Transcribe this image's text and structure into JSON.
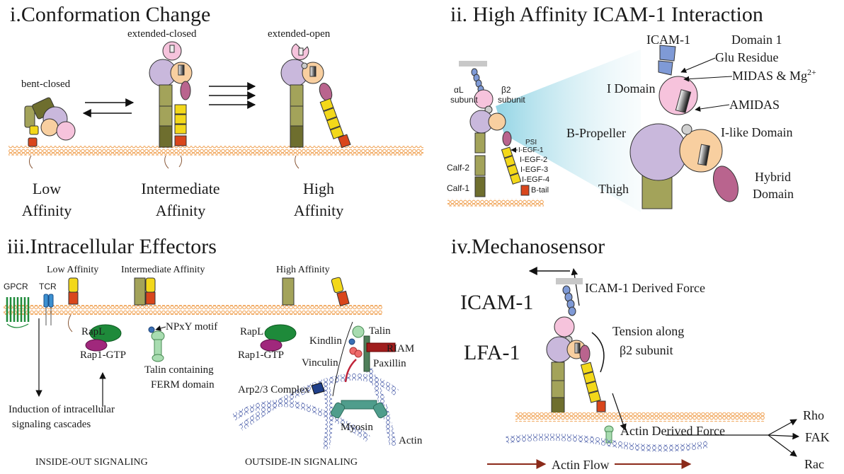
{
  "panels": {
    "p1": {
      "title": "i.Conformation Change",
      "states": [
        "bent-closed",
        "extended-closed",
        "extended-open"
      ],
      "affinity": [
        {
          "line1": "Low",
          "line2": "Affinity"
        },
        {
          "line1": "Intermediate",
          "line2": "Affinity"
        },
        {
          "line1": "High",
          "line2": "Affinity"
        }
      ]
    },
    "p2": {
      "title": "ii. High Affinity ICAM-1 Interaction",
      "small": {
        "al_line1": "αL",
        "al_line2": "subunit",
        "b2_line1": "β2",
        "b2_line2": "subunit",
        "psi": "PSI",
        "iegf1": "I-EGF-1",
        "iegf2": "I-EGF-2",
        "iegf3": "I-EGF-3",
        "iegf4": "I-EGF-4",
        "btail": "B-tail",
        "calf2": "Calf-2",
        "calf1": "Calf-1"
      },
      "large": {
        "icam": "ICAM-1",
        "domain1": "Domain 1",
        "glu": "Glu Residue",
        "midas": "MIDAS & Mg",
        "midas_sup": "2+",
        "idomain": "I Domain",
        "amidas": "AMIDAS",
        "bprop": "B-Propeller",
        "ilike": "I-like Domain",
        "thigh": "Thigh",
        "hybrid1": "Hybrid",
        "hybrid2": "Domain"
      }
    },
    "p3": {
      "title": "iii.Intracellular Effectors",
      "gpcr": "GPCR",
      "tcr": "TCR",
      "low": "Low Affinity",
      "inter": "Intermediate Affinity",
      "high": "High Affinity",
      "rapl": "RapL",
      "rap1": "Rap1-GTP",
      "npxy": "NPxY motif",
      "talin_ferm1": "Talin containing",
      "talin_ferm2": "FERM domain",
      "induction1": "Induction of intracellular",
      "induction2": "signaling cascades",
      "rapl2": "RapL",
      "rap1b": "Rap1-GTP",
      "kindlin": "Kindlin",
      "talin": "Talin",
      "riam": "RIAM",
      "vinculin": "Vinculin",
      "paxillin": "Paxillin",
      "arp": "Arp2/3 Complex",
      "myosin": "Myosin",
      "actin": "Actin",
      "inside": "INSIDE-OUT SIGNALING",
      "outside": "OUTSIDE-IN SIGNALING"
    },
    "p4": {
      "title": "iv.Mechanosensor",
      "icam": "ICAM-1",
      "lfa": "LFA-1",
      "icam_force": "ICAM-1 Derived Force",
      "tension1": "Tension along",
      "tension2": "β2 subunit",
      "actin_force": "Actin Derived Force",
      "rho": "Rho",
      "fak": "FAK",
      "rac": "Rac",
      "actin_flow": "Actin Flow"
    }
  },
  "colors": {
    "membrane": "#f4a460",
    "lavender": "#c9b8dc",
    "peach": "#f8cfa0",
    "pink": "#f6c3dc",
    "olive": "#a3a35a",
    "darkolive": "#6e6e2e",
    "yellow": "#f3d81a",
    "mauve": "#b9648e",
    "red": "#d9461c",
    "blue": "#7f9ad6",
    "green": "#1e8a3a",
    "talin_green": "#a8dcb0",
    "teal": "#4f9d8c",
    "darkred": "#a01d1d",
    "flow": "#8b2a1a"
  }
}
